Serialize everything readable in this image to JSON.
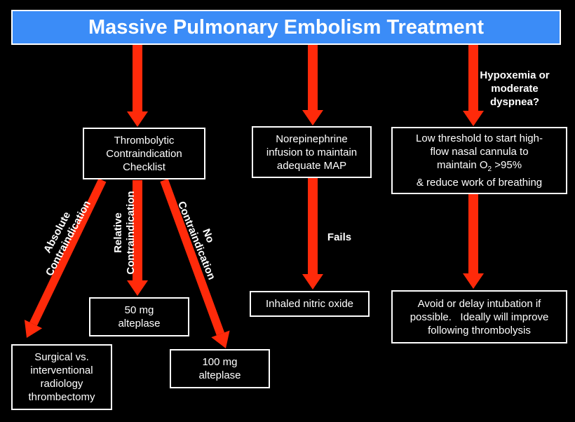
{
  "title": "Massive Pulmonary Embolism Treatment",
  "nodes": {
    "checklist": [
      "Thrombolytic",
      "Contraindication",
      "Checklist"
    ],
    "norepinephrine": [
      "Norepinephrine",
      "infusion to maintain",
      "adequate MAP"
    ],
    "hfnc": {
      "line1": "Low threshold to start high-",
      "line2": "flow nasal cannula to",
      "line3_pre": "maintain O",
      "line3_sub": "2",
      "line3_post": " >95%",
      "line4": "& reduce work of breathing"
    },
    "alteplase50": [
      "50 mg",
      "alteplase"
    ],
    "alteplase100": [
      "100 mg",
      "alteplase"
    ],
    "thrombectomy": [
      "Surgical vs.",
      "interventional",
      "radiology",
      "thrombectomy"
    ],
    "nitric_oxide": [
      "Inhaled nitric oxide"
    ],
    "intubation": [
      "Avoid or delay intubation if",
      "possible.   Ideally will improve",
      "following thrombolysis"
    ]
  },
  "labels": {
    "hypoxemia": [
      "Hypoxemia or",
      "moderate",
      "dyspnea?"
    ],
    "fails": "Fails",
    "absolute": [
      "Absolute",
      "Contraindication"
    ],
    "relative": [
      "Relative",
      "Contraindication"
    ],
    "none": [
      "No",
      "Contraindication"
    ]
  },
  "colors": {
    "arrow": "#ff2a0a",
    "banner": "#3b8cf7",
    "background": "#000000",
    "text": "#ffffff"
  }
}
